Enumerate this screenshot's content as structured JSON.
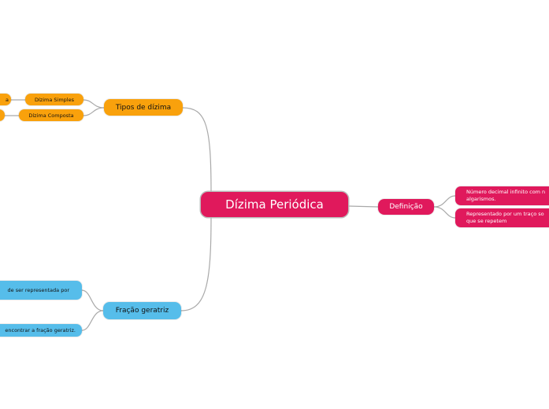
{
  "central_topic": "Dízima Periódica",
  "branches": {
    "tipos": {
      "label": "Tipos de dízima",
      "color": "#f9a10c",
      "children": [
        "Dízima Simples",
        "Dízima Composta"
      ],
      "grandchildren": [
        "a",
        ""
      ]
    },
    "fracao": {
      "label": "Fração geratriz",
      "color": "#56bdea",
      "children": [
        "de ser representada por",
        "encontrar a fração geratriz."
      ]
    },
    "definicao": {
      "label": "Definição",
      "color": "#e0195c",
      "children": [
        "Número decimal infinito com n algarismos.",
        "Representado por um traço so que se repetem"
      ]
    }
  },
  "connector_color": "#a9a9a9"
}
